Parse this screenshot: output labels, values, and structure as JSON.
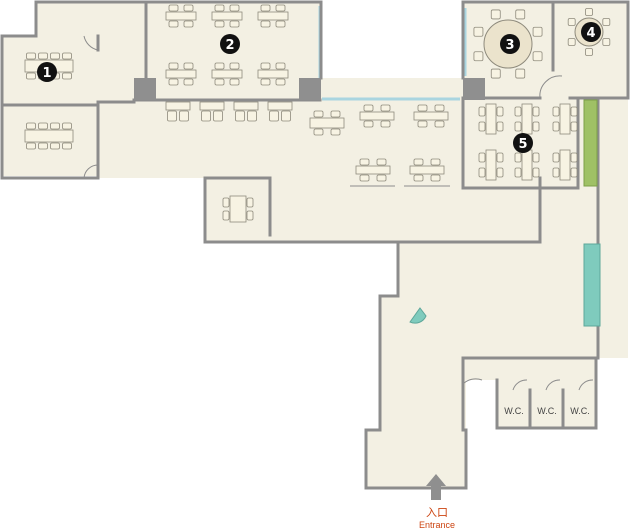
{
  "colors": {
    "floor": "#f3f0e3",
    "wall": "#8c8c8c",
    "table": "#f7f3e3",
    "chair": "#f7f3e3",
    "chair_stroke": "#8e8a7c",
    "pillar": "#8f8f8f",
    "window": "#a9d5e0",
    "planter": "#9fc165",
    "counter": "#7fcbbd",
    "badge": "#111111",
    "entrance_text": "#cc4411",
    "entrance_arrow": "#8f8f8f"
  },
  "rooms": [
    {
      "id": "1",
      "label": "1"
    },
    {
      "id": "2",
      "label": "2"
    },
    {
      "id": "3",
      "label": "3"
    },
    {
      "id": "4",
      "label": "4"
    },
    {
      "id": "5",
      "label": "5"
    }
  ],
  "restrooms": [
    "W.C.",
    "W.C.",
    "W.C."
  ],
  "entrance": {
    "label_jp": "入口",
    "label_en": "Entrance"
  }
}
